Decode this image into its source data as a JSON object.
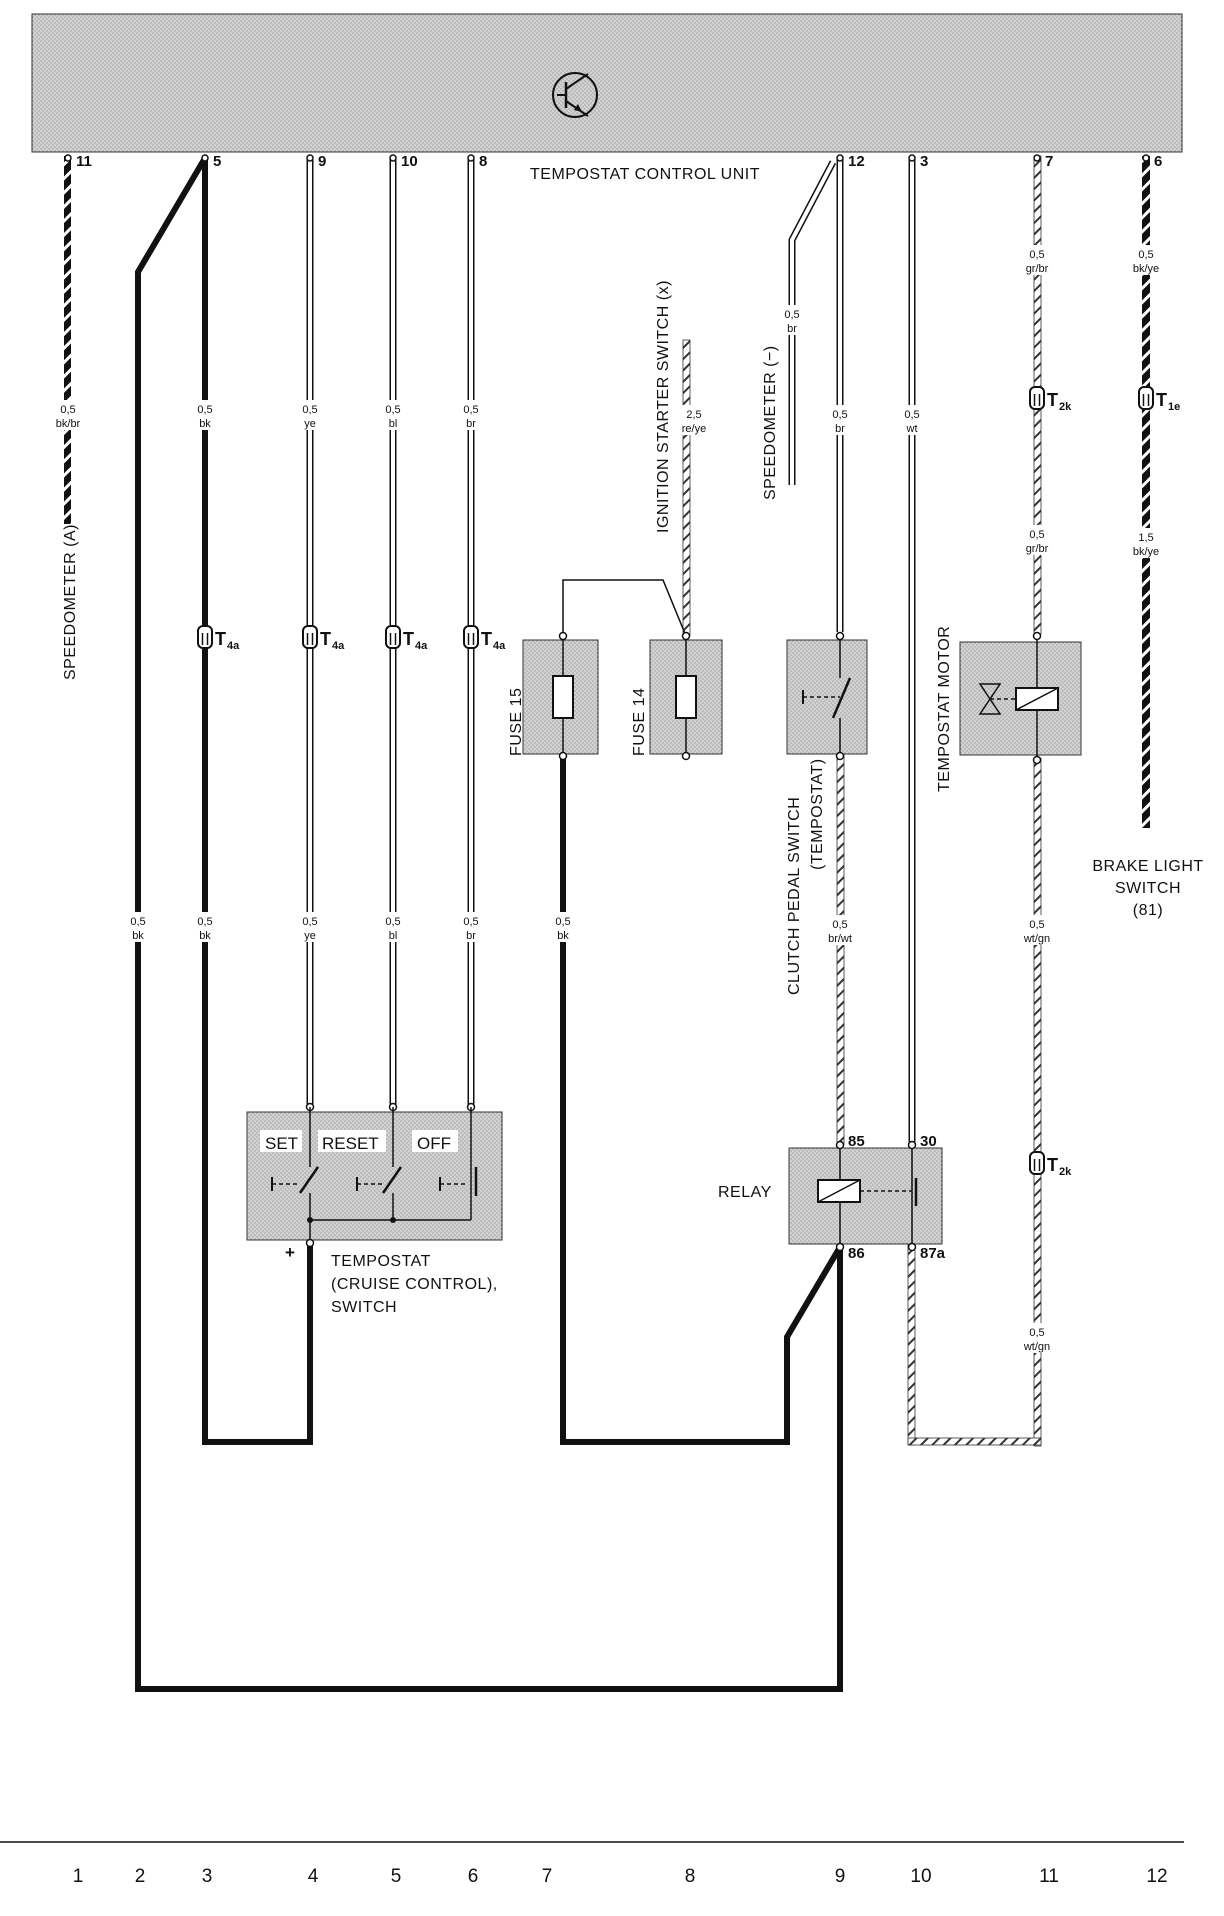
{
  "control_unit": {
    "label": "TEMPOSTAT CONTROL UNIT",
    "symbol_icon": "transistor-icon"
  },
  "pins": [
    {
      "id": "p11",
      "num": "11"
    },
    {
      "id": "p5",
      "num": "5"
    },
    {
      "id": "p9",
      "num": "9"
    },
    {
      "id": "p10",
      "num": "10"
    },
    {
      "id": "p8",
      "num": "8"
    },
    {
      "id": "p12",
      "num": "12"
    },
    {
      "id": "p3",
      "num": "3"
    },
    {
      "id": "p7",
      "num": "7"
    },
    {
      "id": "p6",
      "num": "6"
    }
  ],
  "wire_labels": [
    {
      "id": "w1",
      "size": "0,5",
      "color": "bk/br"
    },
    {
      "id": "w2",
      "size": "0,5",
      "color": "bk"
    },
    {
      "id": "w3",
      "size": "0,5",
      "color": "ye"
    },
    {
      "id": "w4",
      "size": "0,5",
      "color": "bl"
    },
    {
      "id": "w5",
      "size": "0,5",
      "color": "br"
    },
    {
      "id": "w6",
      "size": "2,5",
      "color": "re/ye"
    },
    {
      "id": "w7",
      "size": "0,5",
      "color": "br"
    },
    {
      "id": "w8",
      "size": "0,5",
      "color": "br"
    },
    {
      "id": "w9",
      "size": "0,5",
      "color": "wt"
    },
    {
      "id": "w10",
      "size": "0,5",
      "color": "gr/br"
    },
    {
      "id": "w11",
      "size": "0,5",
      "color": "gr/br"
    },
    {
      "id": "w12",
      "size": "0,5",
      "color": "bk/ye"
    },
    {
      "id": "w13",
      "size": "1,5",
      "color": "bk/ye"
    },
    {
      "id": "w14",
      "size": "0,5",
      "color": "bk"
    },
    {
      "id": "w15",
      "size": "0,5",
      "color": "bk"
    },
    {
      "id": "w16",
      "size": "0,5",
      "color": "ye"
    },
    {
      "id": "w17",
      "size": "0,5",
      "color": "bl"
    },
    {
      "id": "w18",
      "size": "0,5",
      "color": "br"
    },
    {
      "id": "w19",
      "size": "0,5",
      "color": "bk"
    },
    {
      "id": "w20",
      "size": "0,5",
      "color": "br/wt"
    },
    {
      "id": "w21",
      "size": "0,5",
      "color": "wt/gn"
    },
    {
      "id": "w22",
      "size": "0,5",
      "color": "wt/gn"
    }
  ],
  "connectors": [
    {
      "id": "c1",
      "main": "T",
      "sub": "4a"
    },
    {
      "id": "c2",
      "main": "T",
      "sub": "4a"
    },
    {
      "id": "c3",
      "main": "T",
      "sub": "4a"
    },
    {
      "id": "c4",
      "main": "T",
      "sub": "4a"
    },
    {
      "id": "c5",
      "main": "T",
      "sub": "2k"
    },
    {
      "id": "c6",
      "main": "T",
      "sub": "1e"
    },
    {
      "id": "c7",
      "main": "T",
      "sub": "2k"
    }
  ],
  "components": {
    "speedometer_a": "SPEEDOMETER (A)",
    "ignition_switch": "IGNITION STARTER SWITCH (x)",
    "speedometer_minus": "SPEEDOMETER (−)",
    "fuse15": "FUSE 15",
    "fuse14": "FUSE 14",
    "clutch_line1": "CLUTCH PEDAL SWITCH",
    "clutch_line2": "(TEMPOSTAT)",
    "tempostat_motor": "TEMPOSTAT MOTOR",
    "brake_line1": "BRAKE LIGHT",
    "brake_line2": "SWITCH",
    "brake_line3": "(81)",
    "relay": "RELAY",
    "relay_pins": {
      "p85": "85",
      "p86": "86",
      "p30": "30",
      "p87a": "87a"
    },
    "switch_buttons": {
      "set": "SET",
      "reset": "RESET",
      "off": "OFF"
    },
    "switch_plus": "+",
    "switch_line1": "TEMPOSTAT",
    "switch_line2": "(CRUISE CONTROL),",
    "switch_line3": "SWITCH"
  },
  "columns": [
    "1",
    "2",
    "3",
    "4",
    "5",
    "6",
    "7",
    "8",
    "9",
    "10",
    "11",
    "12"
  ]
}
